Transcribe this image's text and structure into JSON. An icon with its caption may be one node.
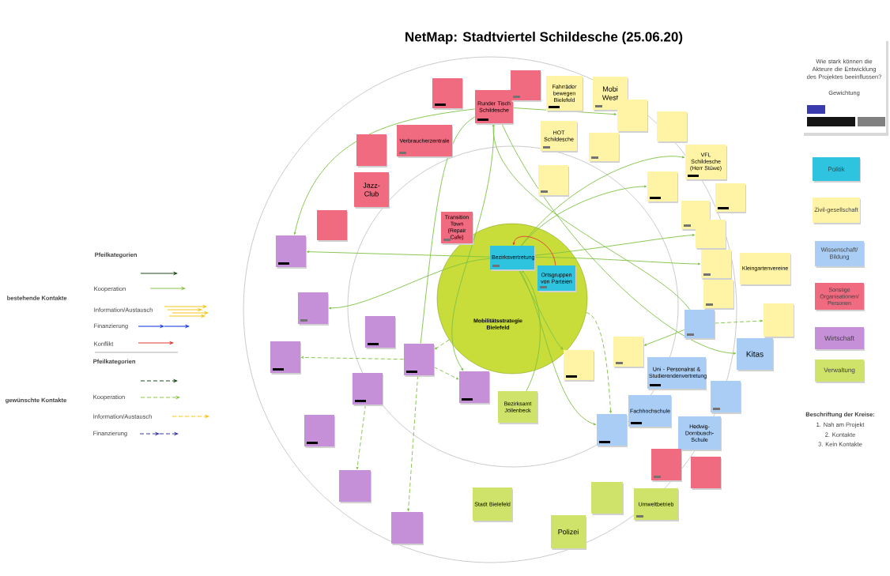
{
  "diagram": {
    "title": "NetMap: Stadtviertel Schildesche (25.06.20)",
    "nodes": [
      {
        "text": [
          "Mobilitätsstrategie Bielefeld"
        ]
      },
      {
        "text": [
          "Bezirksvertretung"
        ],
        "in": 0
      },
      {
        "text": [
          "Ortsgruppen von Parteien"
        ],
        "in": 0
      },
      {
        "text": [],
        "shape": "box"
      },
      {
        "text": [
          "Runder Tisch Schildesche"
        ]
      },
      {
        "text": [],
        "shape": "box"
      },
      {
        "text": [],
        "shape": "box"
      },
      {
        "text": [
          "Verbraucherzentrale"
        ]
      },
      {
        "text": [
          "Jazz-Club"
        ]
      },
      {
        "text": [],
        "shape": "box"
      },
      {
        "text": [
          "Transition Town (Repair Cafe)"
        ]
      },
      {
        "text": [
          "Fahrräder bewegen Bielefeld"
        ]
      },
      {
        "text": [
          "Mobi West"
        ]
      },
      {
        "text": [
          "HOT Schildesche"
        ]
      },
      {
        "text": [],
        "shape": "box"
      },
      {
        "text": [],
        "shape": "box"
      },
      {
        "text": [],
        "shape": "box"
      },
      {
        "text": [],
        "shape": "box"
      },
      {
        "text": [
          "VFL Schildesche (Herr Stüwe)"
        ]
      },
      {
        "text": [],
        "shape": "box"
      },
      {
        "text": [],
        "shape": "box"
      },
      {
        "text": [],
        "shape": "box"
      },
      {
        "text": [],
        "shape": "box"
      },
      {
        "text": [],
        "shape": "box"
      },
      {
        "text": [
          "Kleingartenvereine"
        ]
      },
      {
        "text": [],
        "shape": "box"
      },
      {
        "text": [],
        "shape": "box"
      },
      {
        "text": [],
        "shape": "box"
      },
      {
        "text": [],
        "shape": "box"
      },
      {
        "text": [],
        "shape": "box"
      },
      {
        "text": [
          "Kitas"
        ]
      },
      {
        "text": [
          "Uni - Personalrat & Studierendenvertretung"
        ]
      },
      {
        "text": [
          "Fachhochschule"
        ]
      },
      {
        "text": [],
        "shape": "box"
      },
      {
        "text": [],
        "shape": "box"
      },
      {
        "text": [
          "Hedwig-Dornbusch-Schule"
        ]
      },
      {
        "text": [],
        "shape": "box"
      },
      {
        "text": [],
        "shape": "box"
      },
      {
        "text": [],
        "shape": "box"
      },
      {
        "text": [],
        "shape": "box"
      },
      {
        "text": [],
        "shape": "box"
      },
      {
        "text": [],
        "shape": "box"
      },
      {
        "text": [],
        "shape": "box"
      },
      {
        "text": [],
        "shape": "box"
      },
      {
        "text": [],
        "shape": "box"
      },
      {
        "text": [],
        "shape": "box"
      },
      {
        "text": [
          "Bezirksamt Jöllenbeck"
        ]
      },
      {
        "text": [
          "Stadt Bielefeld"
        ]
      },
      {
        "text": [],
        "shape": "box"
      },
      {
        "text": [
          "Umweltbetrieb"
        ]
      },
      {
        "text": [
          "Polizei"
        ]
      },
      {
        "text": [],
        "shape": "box"
      },
      {
        "text": [],
        "shape": "box"
      }
    ],
    "edges": [
      {
        "from": 4,
        "to": 36,
        "arrow": "to"
      },
      {
        "from": 4,
        "to": 14,
        "arrow": "to"
      },
      {
        "from": 4,
        "to": 41,
        "arrow": "to"
      },
      {
        "from": 4,
        "to": 30,
        "arrow": "to"
      },
      {
        "from": 29,
        "to": 4,
        "arrow": "to"
      },
      {
        "from": 40,
        "to": 4,
        "arrow": "none"
      },
      {
        "from": 1,
        "to": 36,
        "arrow": "to"
      },
      {
        "from": 1,
        "to": 37,
        "arrow": "to"
      },
      {
        "from": 1,
        "to": 17,
        "arrow": "to"
      },
      {
        "from": 1,
        "to": 18,
        "arrow": "to"
      },
      {
        "from": 1,
        "to": 22,
        "arrow": "to"
      },
      {
        "from": 1,
        "to": 23,
        "arrow": "to"
      },
      {
        "from": 2,
        "to": 1,
        "arrow": "to",
        "color": "#e53935"
      },
      {
        "from": 1,
        "to": 34,
        "arrow": "to"
      },
      {
        "from": 1,
        "to": 27,
        "arrow": "to"
      },
      {
        "from": 46,
        "to": 1,
        "arrow": "to"
      },
      {
        "from": 29,
        "to": 28,
        "arrow": "to"
      },
      {
        "from": 29,
        "to": 26,
        "arrow": "to",
        "style": "dashed"
      },
      {
        "from": 40,
        "to": 39,
        "arrow": "to",
        "style": "dashed"
      },
      {
        "from": 0,
        "to": 40,
        "arrow": "to",
        "style": "dashed"
      },
      {
        "from": 40,
        "to": 41,
        "arrow": "to",
        "style": "dashed"
      },
      {
        "from": 42,
        "to": 44,
        "arrow": "to",
        "style": "dashed"
      },
      {
        "from": 40,
        "to": 45,
        "arrow": "to",
        "style": "dashed"
      },
      {
        "from": 0,
        "to": 34,
        "arrow": "to",
        "style": "dashed"
      }
    ],
    "labels": [
      "Pfeilkategorien",
      "bestehende Kontakte",
      "Pfeilkategorien",
      "gewünschte Kontakte",
      "Wie stark können die Akteure die Entwicklung des Projektes beeinflussen?",
      "Gewichtung",
      "Beschriftung der Kreise:",
      "1. Nah am Projekt",
      "2. Kontakte",
      "3. Kein Kontakte"
    ],
    "legend": [
      {
        "text": "Kooperation"
      },
      {
        "text": "Information/Austausch"
      },
      {
        "text": "Finanzierung"
      },
      {
        "text": "Konflikt"
      },
      {
        "text": "Kooperation"
      },
      {
        "text": "Information/Austausch"
      },
      {
        "text": "Finanzierung"
      },
      {
        "text": "Politik",
        "color": "#2ec4e0"
      },
      {
        "text": "Zivil-gesellschaft",
        "color": "#fff4a6"
      },
      {
        "text": "Wissenschaft/ Bildung",
        "color": "#a9cdf4"
      },
      {
        "text": "Sonstige Organisationen/ Personen",
        "color": "#f06b80"
      },
      {
        "text": "Wirtschaft",
        "color": "#c590d8"
      },
      {
        "text": "Verwaltung",
        "color": "#cfe26a"
      }
    ]
  }
}
